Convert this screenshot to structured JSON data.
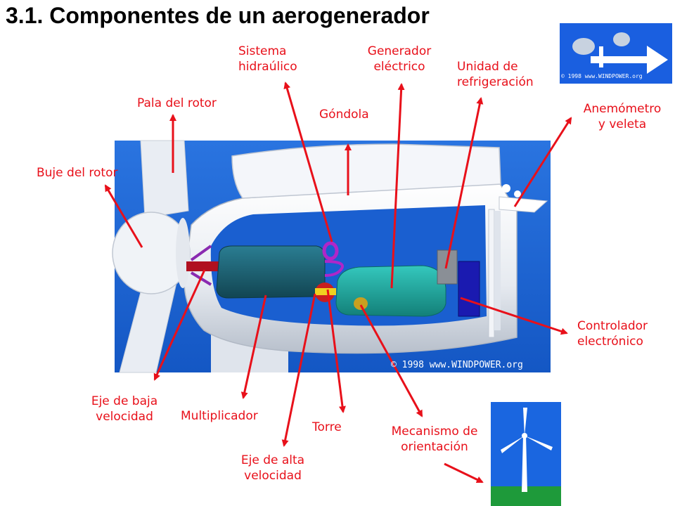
{
  "title": "3.1. Componentes de un aerogenerador",
  "labels": {
    "sistema_hidraulico": [
      "Sistema",
      "hidraúlico"
    ],
    "generador_electrico": [
      "Generador",
      "eléctrico"
    ],
    "unidad_refrigeracion": [
      "Unidad de",
      "refrigeración"
    ],
    "pala_rotor": [
      "Pala del rotor"
    ],
    "gondola": [
      "Góndola"
    ],
    "anemometro": [
      "Anemómetro",
      "y veleta"
    ],
    "buje_rotor": [
      "Buje del rotor"
    ],
    "controlador": [
      "Controlador",
      "electrónico"
    ],
    "eje_baja": [
      "Eje de baja",
      "velocidad"
    ],
    "multiplicador": [
      "Multiplicador"
    ],
    "torre": [
      "Torre"
    ],
    "mecanismo": [
      "Mecanismo de",
      "orientación"
    ],
    "eje_alta": [
      "Eje de alta",
      "velocidad"
    ]
  },
  "copyright_main": "© 1998 www.WINDPOWER.org",
  "copyright_thumb": "© 1998 www.WINDPOWER.org",
  "colors": {
    "label": "#e8101a",
    "arrow": "#e8101a",
    "background_blue": "#1a66d9",
    "gearbox": "#1e6478",
    "generator": "#22a8a0",
    "grass": "#1e9a3a"
  }
}
